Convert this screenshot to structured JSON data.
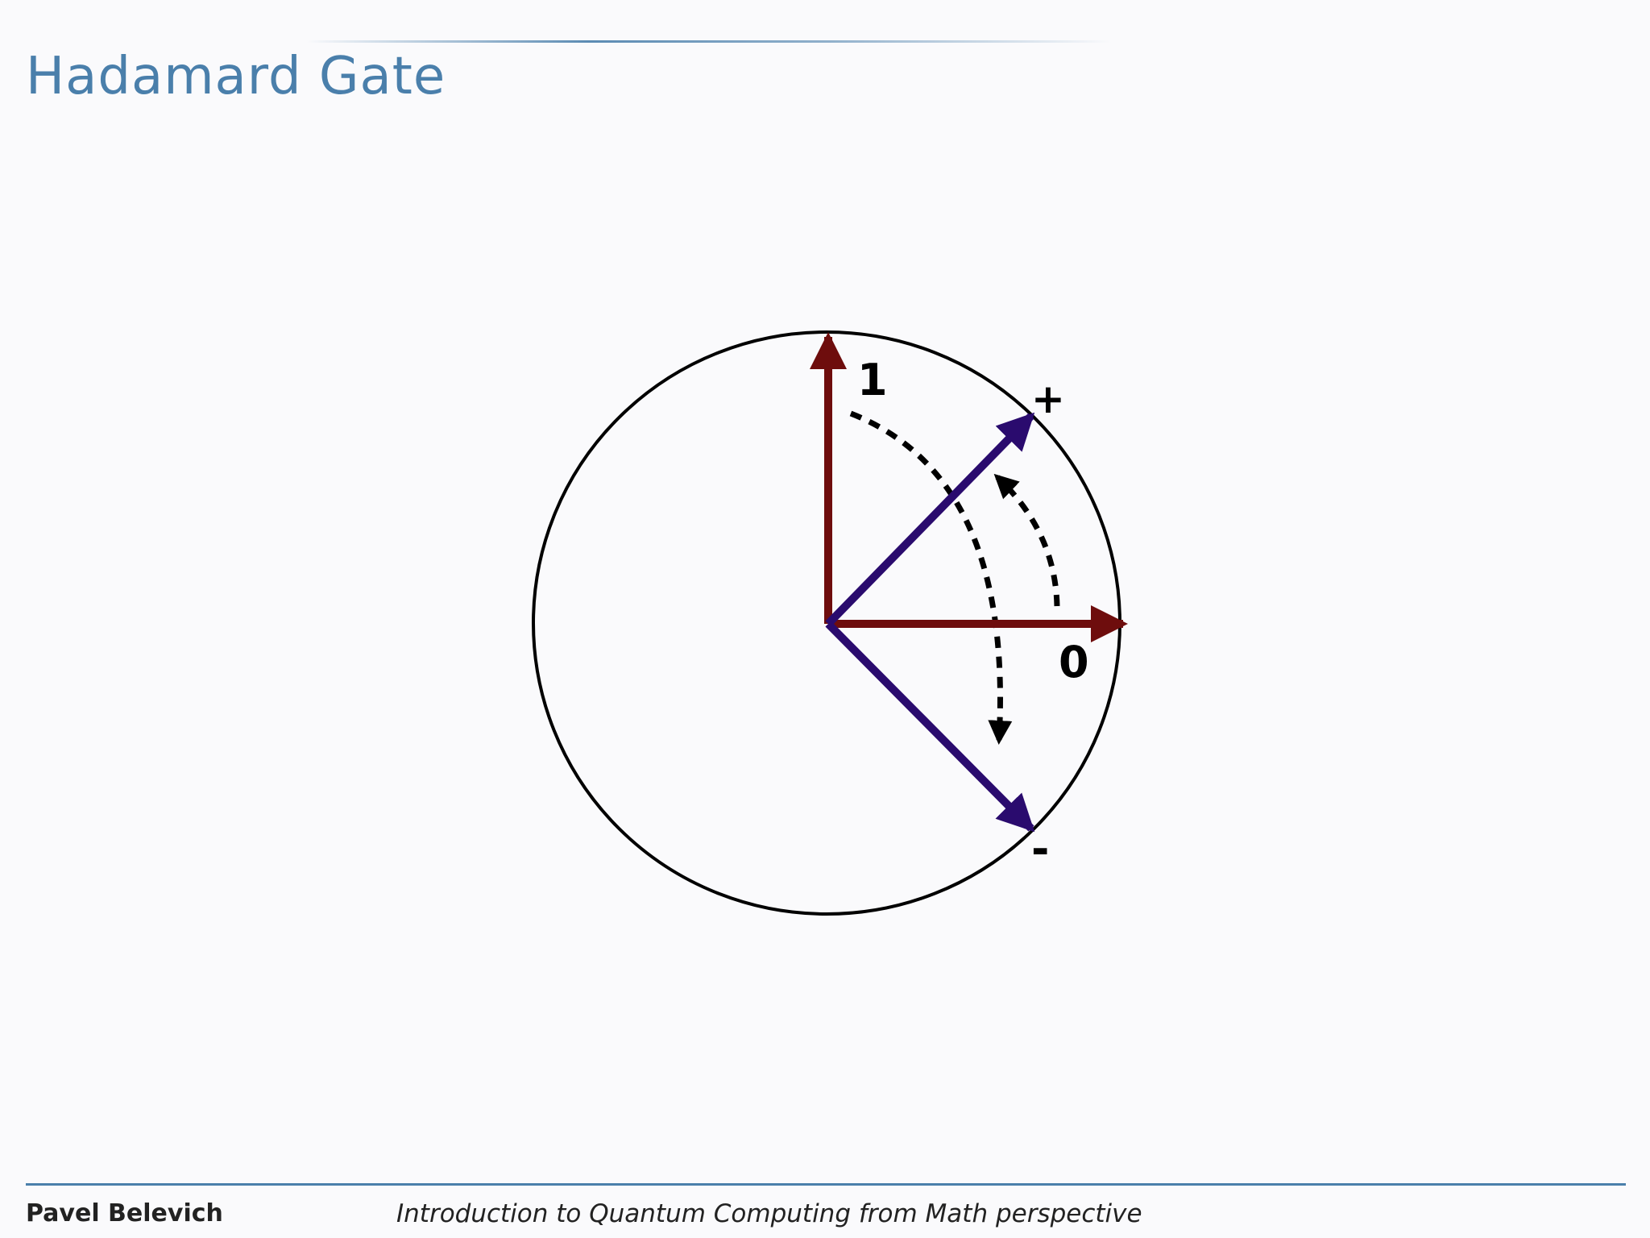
{
  "slide": {
    "title": "Hadamard Gate"
  },
  "diagram": {
    "labels": {
      "one": "1",
      "zero": "0",
      "plus": "+",
      "minus": "-"
    },
    "colors": {
      "basis_vector": "#6e0d0d",
      "hadamard_vector": "#2a0b6e",
      "circle": "#000000",
      "rotation_arrow": "#000000"
    }
  },
  "footer": {
    "author": "Pavel Belevich",
    "presentation_title": "Introduction to Quantum Computing from Math perspective"
  },
  "theme": {
    "accent": "#4a7fab",
    "background": "#fafafc"
  }
}
